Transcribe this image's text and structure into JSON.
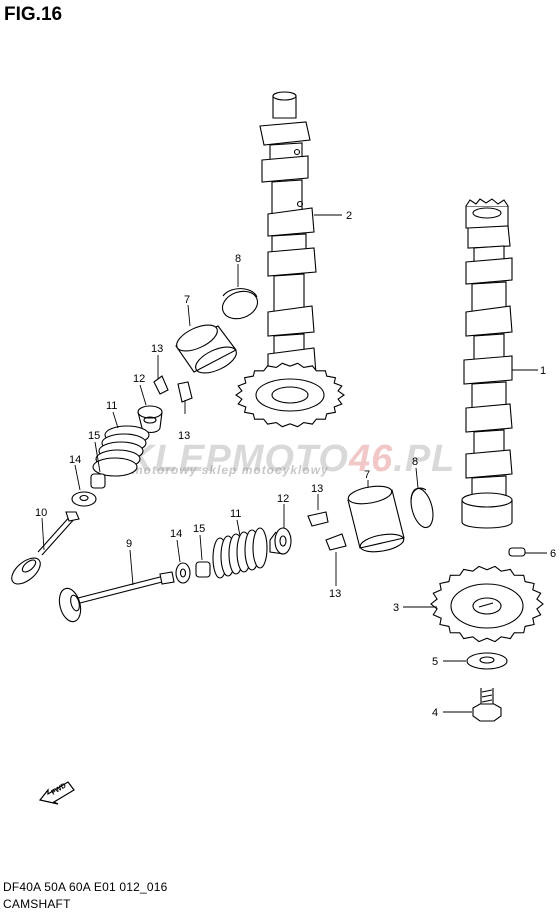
{
  "figure": {
    "title": "FIG.16",
    "footer_model": "DF40A 50A 60A E01 012_016",
    "footer_name": "CAMSHAFT"
  },
  "watermark": {
    "logo_part1": "SKLEPMOTO",
    "logo_part2": "46",
    "logo_part3": ".PL",
    "subtitle": "motorowy sklep motocyklowy",
    "accent_color": "#d23a3a"
  },
  "arrow": {
    "text": "FWD"
  },
  "callouts": {
    "c1": "1",
    "c2": "2",
    "c3": "3",
    "c4": "4",
    "c5": "5",
    "c6": "6",
    "c7a": "7",
    "c7b": "7",
    "c8a": "8",
    "c8b": "8",
    "c9": "9",
    "c10": "10",
    "c11a": "11",
    "c11b": "11",
    "c12a": "12",
    "c12b": "12",
    "c13a": "13",
    "c13b": "13",
    "c13c": "13",
    "c13d": "13",
    "c14a": "14",
    "c14b": "14",
    "c15a": "15",
    "c15b": "15"
  }
}
